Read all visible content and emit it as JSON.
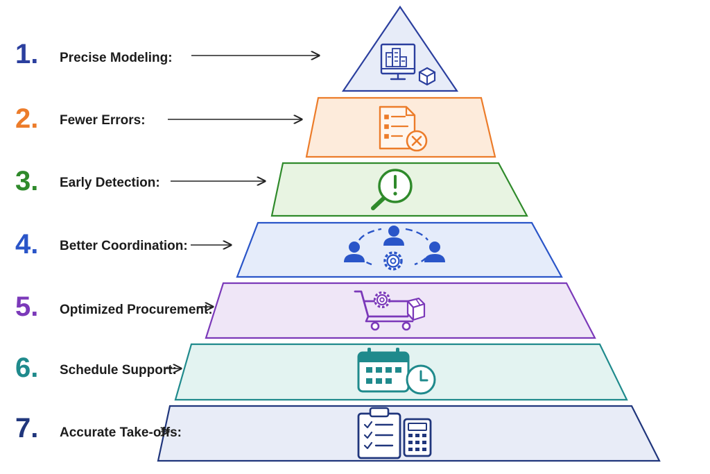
{
  "rows": [
    {
      "number": "1.",
      "label": "Precise Modeling:",
      "color": "#2b3f9e",
      "fill": "#e7ecf8",
      "icon": "building-model-monitor-icon"
    },
    {
      "number": "2.",
      "label": "Fewer Errors:",
      "color": "#ec7c2a",
      "fill": "#fdebdb",
      "icon": "document-error-icon"
    },
    {
      "number": "3.",
      "label": "Early Detection:",
      "color": "#2f8a2b",
      "fill": "#e8f4e2",
      "icon": "magnifier-alert-icon"
    },
    {
      "number": "4.",
      "label": "Better Coordination:",
      "color": "#2a55c8",
      "fill": "#e5ecfa",
      "icon": "team-coordination-icon"
    },
    {
      "number": "5.",
      "label": "Optimized Procurement:",
      "color": "#7b39b9",
      "fill": "#efe6f7",
      "icon": "cart-procurement-icon"
    },
    {
      "number": "6.",
      "label": "Schedule Support:",
      "color": "#1f8a8c",
      "fill": "#e3f3f1",
      "icon": "calendar-clock-icon"
    },
    {
      "number": "7.",
      "label": "Accurate Take-offs:",
      "color": "#20367c",
      "fill": "#e8ecf7",
      "icon": "clipboard-calculator-icon"
    }
  ]
}
